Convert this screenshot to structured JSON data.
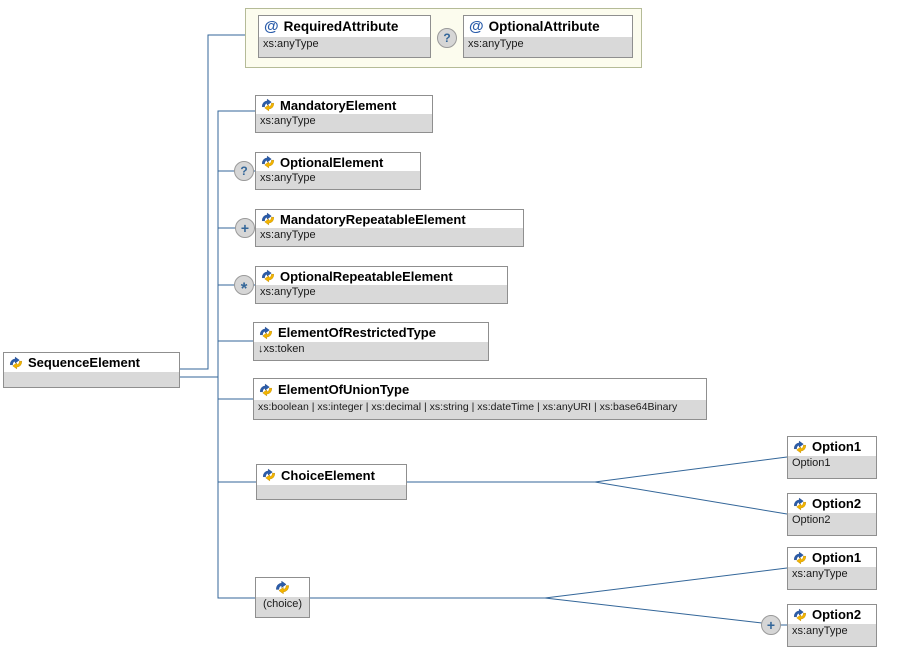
{
  "boxes": {
    "root": {
      "title": "SequenceElement"
    },
    "required_attr": {
      "title": "RequiredAttribute",
      "type": "xs:anyType"
    },
    "optional_attr": {
      "title": "OptionalAttribute",
      "type": "xs:anyType"
    },
    "mandatory": {
      "title": "MandatoryElement",
      "type": "xs:anyType"
    },
    "optional": {
      "title": "OptionalElement",
      "type": "xs:anyType"
    },
    "mandatory_repeatable": {
      "title": "MandatoryRepeatableElement",
      "type": "xs:anyType"
    },
    "optional_repeatable": {
      "title": "OptionalRepeatableElement",
      "type": "xs:anyType"
    },
    "restricted": {
      "title": "ElementOfRestrictedType",
      "type": "↓xs:token"
    },
    "union": {
      "title": "ElementOfUnionType",
      "type": "xs:boolean | xs:integer | xs:decimal | xs:string | xs:dateTime | xs:anyURI | xs:base64Binary"
    },
    "choice_element": {
      "title": "ChoiceElement"
    },
    "choice_group": {
      "label": "(choice)"
    },
    "choice_option1": {
      "title": "Option1",
      "type": "Option1"
    },
    "choice_option2": {
      "title": "Option2",
      "type": "Option2"
    },
    "group_option1": {
      "title": "Option1",
      "type": "xs:anyType"
    },
    "group_option2": {
      "title": "Option2",
      "type": "xs:anyType"
    }
  },
  "indicators": {
    "optional": "?",
    "required_repeat": "+",
    "optional_repeat": "*"
  },
  "icons": {
    "attribute": "@"
  },
  "colors": {
    "connector": "#336699",
    "box_border": "#8f8f8f",
    "strip_bg": "#d9d9d9",
    "attr_group_bg": "#fcfcee",
    "attr_group_border": "#b5bb97",
    "indicator_glyph": "#336699"
  }
}
